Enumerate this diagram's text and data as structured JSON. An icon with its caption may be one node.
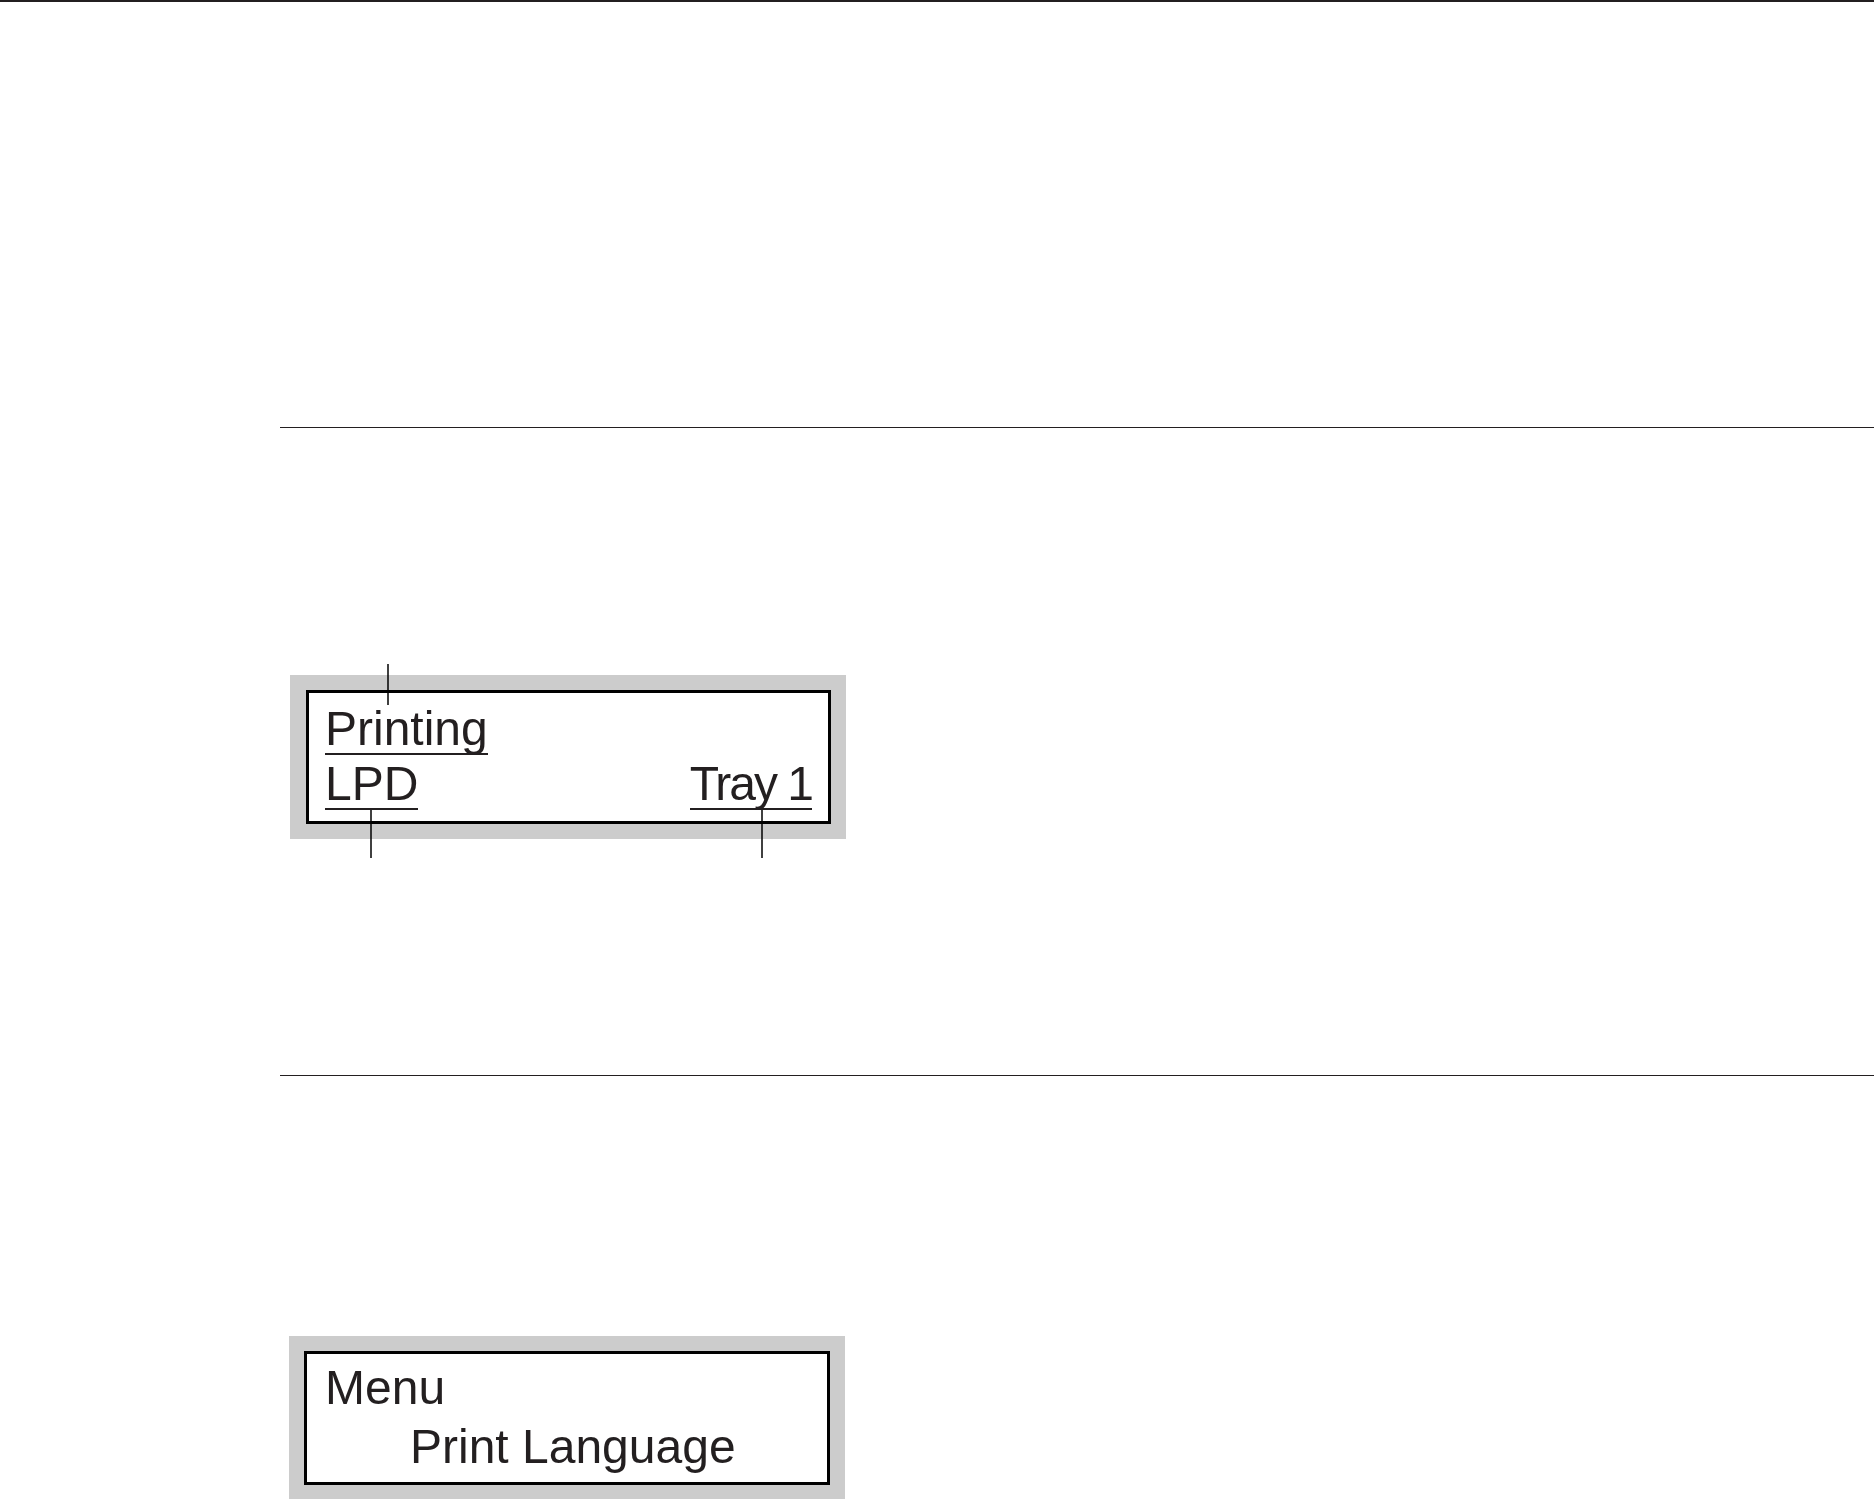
{
  "diagram": {
    "nodes": [
      {
        "text": [],
        "shape": "box"
      },
      {
        "text": [
          "Printing"
        ],
        "in": 0
      },
      {
        "text": [
          "LPD"
        ],
        "in": 0
      },
      {
        "text": [
          "Tray 1"
        ],
        "in": 0
      },
      {
        "text": [
          "Menu",
          "Print Language"
        ]
      }
    ],
    "edges": [
      {
        "from": null,
        "to": 1,
        "arrow": "none"
      },
      {
        "from": null,
        "to": 2,
        "arrow": "none"
      },
      {
        "from": null,
        "to": 3,
        "arrow": "none"
      }
    ]
  }
}
